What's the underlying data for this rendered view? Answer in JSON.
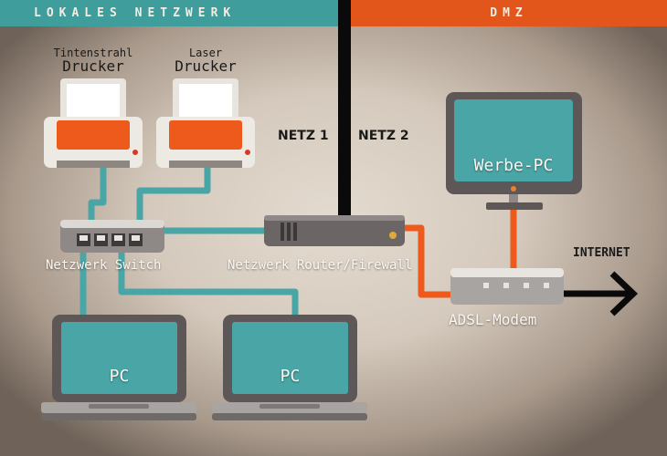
{
  "header": {
    "lan_label": "LOKALES NETZWERK",
    "dmz_label": "DMZ"
  },
  "printers": {
    "inkjet_line1": "Tintenstrahl",
    "inkjet_line2": "Drucker",
    "laser_line1": "Laser",
    "laser_line2": "Drucker"
  },
  "networks": {
    "net1": "NETZ 1",
    "net2": "NETZ 2"
  },
  "devices": {
    "switch": "Netzwerk Switch",
    "router": "Netzwerk Router/Firewall",
    "modem": "ADSL-Modem",
    "internet": "INTERNET",
    "werbe_pc": "Werbe-PC",
    "pc_left": "PC",
    "pc_right": "PC"
  },
  "colors": {
    "lan_cable": "#4aa6a6",
    "dmz_cable": "#ee5a1c",
    "separator": "#0a0a0a",
    "lan_header": "#3f9d9c",
    "dmz_header": "#e2561b",
    "screen": "#4aa6a6"
  }
}
